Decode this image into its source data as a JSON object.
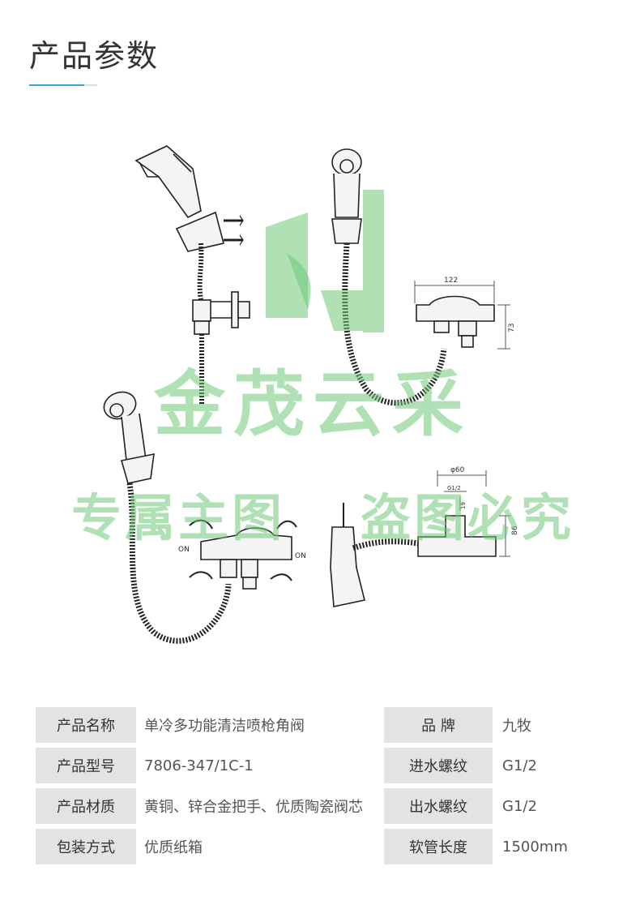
{
  "header": {
    "title": "产品参数"
  },
  "watermark": {
    "main": "金茂云采",
    "sub_left": "专属主图",
    "sub_right": "盗图必究"
  },
  "diagram": {
    "dim_width": "122",
    "dim_height": "73",
    "dim_diameter": "φ60",
    "dim_thread": "G1/2",
    "dim_19": "19",
    "dim_86": "86",
    "on_left": "ON",
    "on_right": "ON"
  },
  "specs": {
    "rows": [
      {
        "label": "产品名称",
        "value": "单冷多功能清洁喷枪角阀",
        "label2": "品 牌",
        "value2": "九牧"
      },
      {
        "label": "产品型号",
        "value": "7806-347/1C-1",
        "label2": "进水螺纹",
        "value2": "G1/2"
      },
      {
        "label": "产品材质",
        "value": "黄铜、锌合金把手、优质陶瓷阀芯",
        "label2": "出水螺纹",
        "value2": "G1/2"
      },
      {
        "label": "包装方式",
        "value": "优质纸箱",
        "label2": "软管长度",
        "value2": "1500mm"
      }
    ]
  }
}
